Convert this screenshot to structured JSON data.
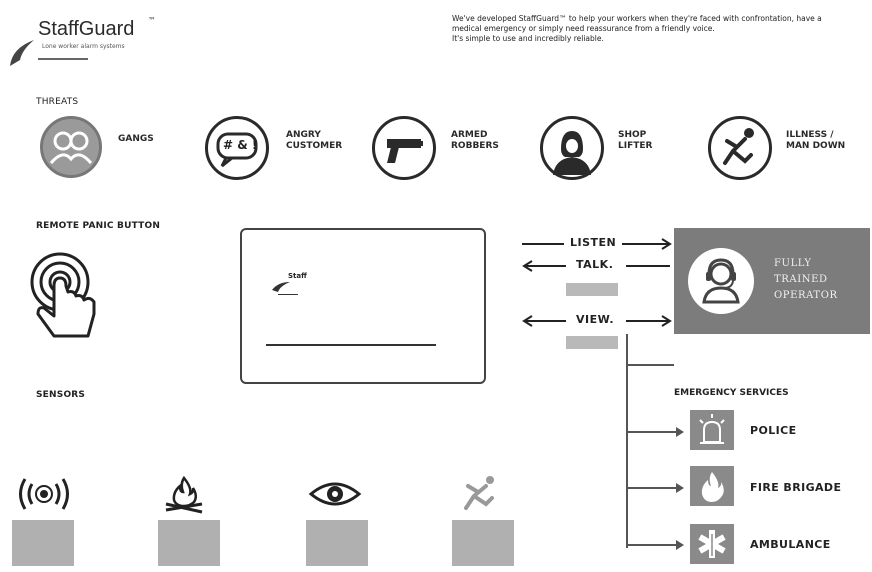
{
  "logo": {
    "name": "StaffGuard",
    "tm": "™",
    "tagline": "Lone worker alarm systems"
  },
  "intro": {
    "line1": "We've developed StaffGuard™ to help your workers when they're faced with confrontation, have a",
    "line2": "medical emergency or simply need reassurance from a friendly voice.",
    "line3": "It's simple to use and incredibly reliable."
  },
  "threats": {
    "heading": "THREATS",
    "items": [
      {
        "label1": "GANGS",
        "label2": "",
        "icon": "people-icon"
      },
      {
        "label1": "ANGRY",
        "label2": "CUSTOMER",
        "icon": "speech-bubble-icon",
        "glyph": "# & !"
      },
      {
        "label1": "ARMED",
        "label2": "ROBBERS",
        "icon": "gun-icon"
      },
      {
        "label1": "SHOP",
        "label2": "LIFTER",
        "icon": "hooded-person-icon"
      },
      {
        "label1": "ILLNESS /",
        "label2": "MAN DOWN",
        "icon": "falling-person-icon"
      }
    ]
  },
  "remote": {
    "heading": "REMOTE PANIC BUTTON"
  },
  "card": {
    "brand": "Staff"
  },
  "comms": {
    "listen": "LISTEN",
    "talk": "TALK.",
    "view": "VIEW."
  },
  "operator": {
    "line1": "FULLY",
    "line2": "TRAINED",
    "line3": "OPERATOR"
  },
  "emergency": {
    "heading": "EMERGENCY SERVICES",
    "services": [
      {
        "label": "POLICE",
        "icon": "siren-icon"
      },
      {
        "label": "FIRE BRIGADE",
        "icon": "flame-icon"
      },
      {
        "label": "AMBULANCE",
        "icon": "star-of-life-icon"
      }
    ]
  },
  "sensors": {
    "heading": "SENSORS"
  },
  "colors": {
    "operator_bg": "#7c7c7c",
    "service_icon_bg": "#8a8a8a",
    "sensor_box_bg": "#b0b0b0"
  }
}
